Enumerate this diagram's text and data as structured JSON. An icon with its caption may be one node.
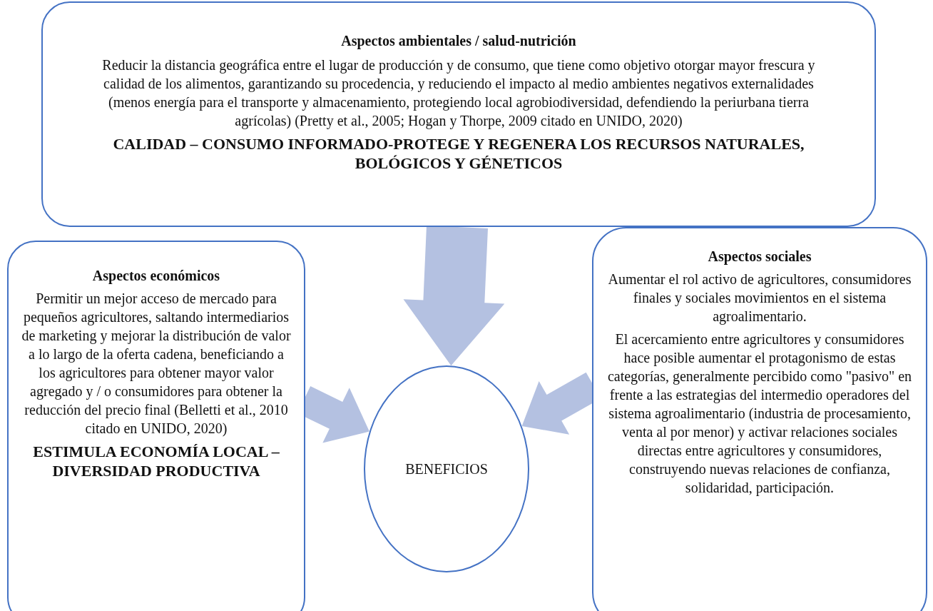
{
  "diagram": {
    "nodes": [
      {
        "text": [
          "Aspectos ambientales / salud-nutrición",
          "Reducir la distancia geográfica entre el lugar de producción y de consumo, que tiene como objetivo otorgar mayor frescura y calidad de los alimentos, garantizando su procedencia, y reduciendo el impacto al medio ambientes negativos externalidades (menos energía para el transporte y almacenamiento, protegiendo local agrobiodiversidad, defendiendo la periurbana tierra agrícolas) (Pretty et al., 2005; Hogan y Thorpe, 2009 citado en UNIDO, 2020)",
          "CALIDAD – CONSUMO INFORMADO-PROTEGE Y REGENERA LOS RECURSOS NATURALES, BOLÓGICOS Y GÉNETICOS"
        ]
      },
      {
        "text": [
          "Aspectos económicos",
          "Permitir un mejor acceso de mercado para pequeños agricultores, saltando intermediarios de marketing y mejorar la distribución de valor a lo largo de la oferta cadena, beneficiando a los agricultores para obtener mayor valor agregado y / o consumidores para obtener la reducción del precio final (Belletti et al., 2010 citado en UNIDO, 2020)",
          "ESTIMULA ECONOMÍA LOCAL – DIVERSIDAD PRODUCTIVA"
        ]
      },
      {
        "text": [
          "BENEFICIOS"
        ]
      },
      {
        "text": [
          "Aspectos sociales",
          "Aumentar el rol activo de agricultores, consumidores finales y sociales movimientos en el sistema agroalimentario.",
          "El acercamiento entre agricultores y consumidores hace posible aumentar el protagonismo de estas categorías, generalmente percibido como \"pasivo\" en frente a las estrategias del intermedio operadores del sistema agroalimentario (industria de procesamiento, venta al por menor) y activar relaciones sociales directas entre agricultores y consumidores, construyendo nuevas relaciones de confianza, solidaridad, participación."
        ]
      }
    ],
    "edges": [
      {
        "from": 0,
        "to": 2,
        "arrow": "to",
        "style": "thick"
      },
      {
        "from": 1,
        "to": 2,
        "arrow": "to",
        "style": "thick"
      },
      {
        "from": 3,
        "to": 2,
        "arrow": "to",
        "style": "thick"
      }
    ]
  }
}
